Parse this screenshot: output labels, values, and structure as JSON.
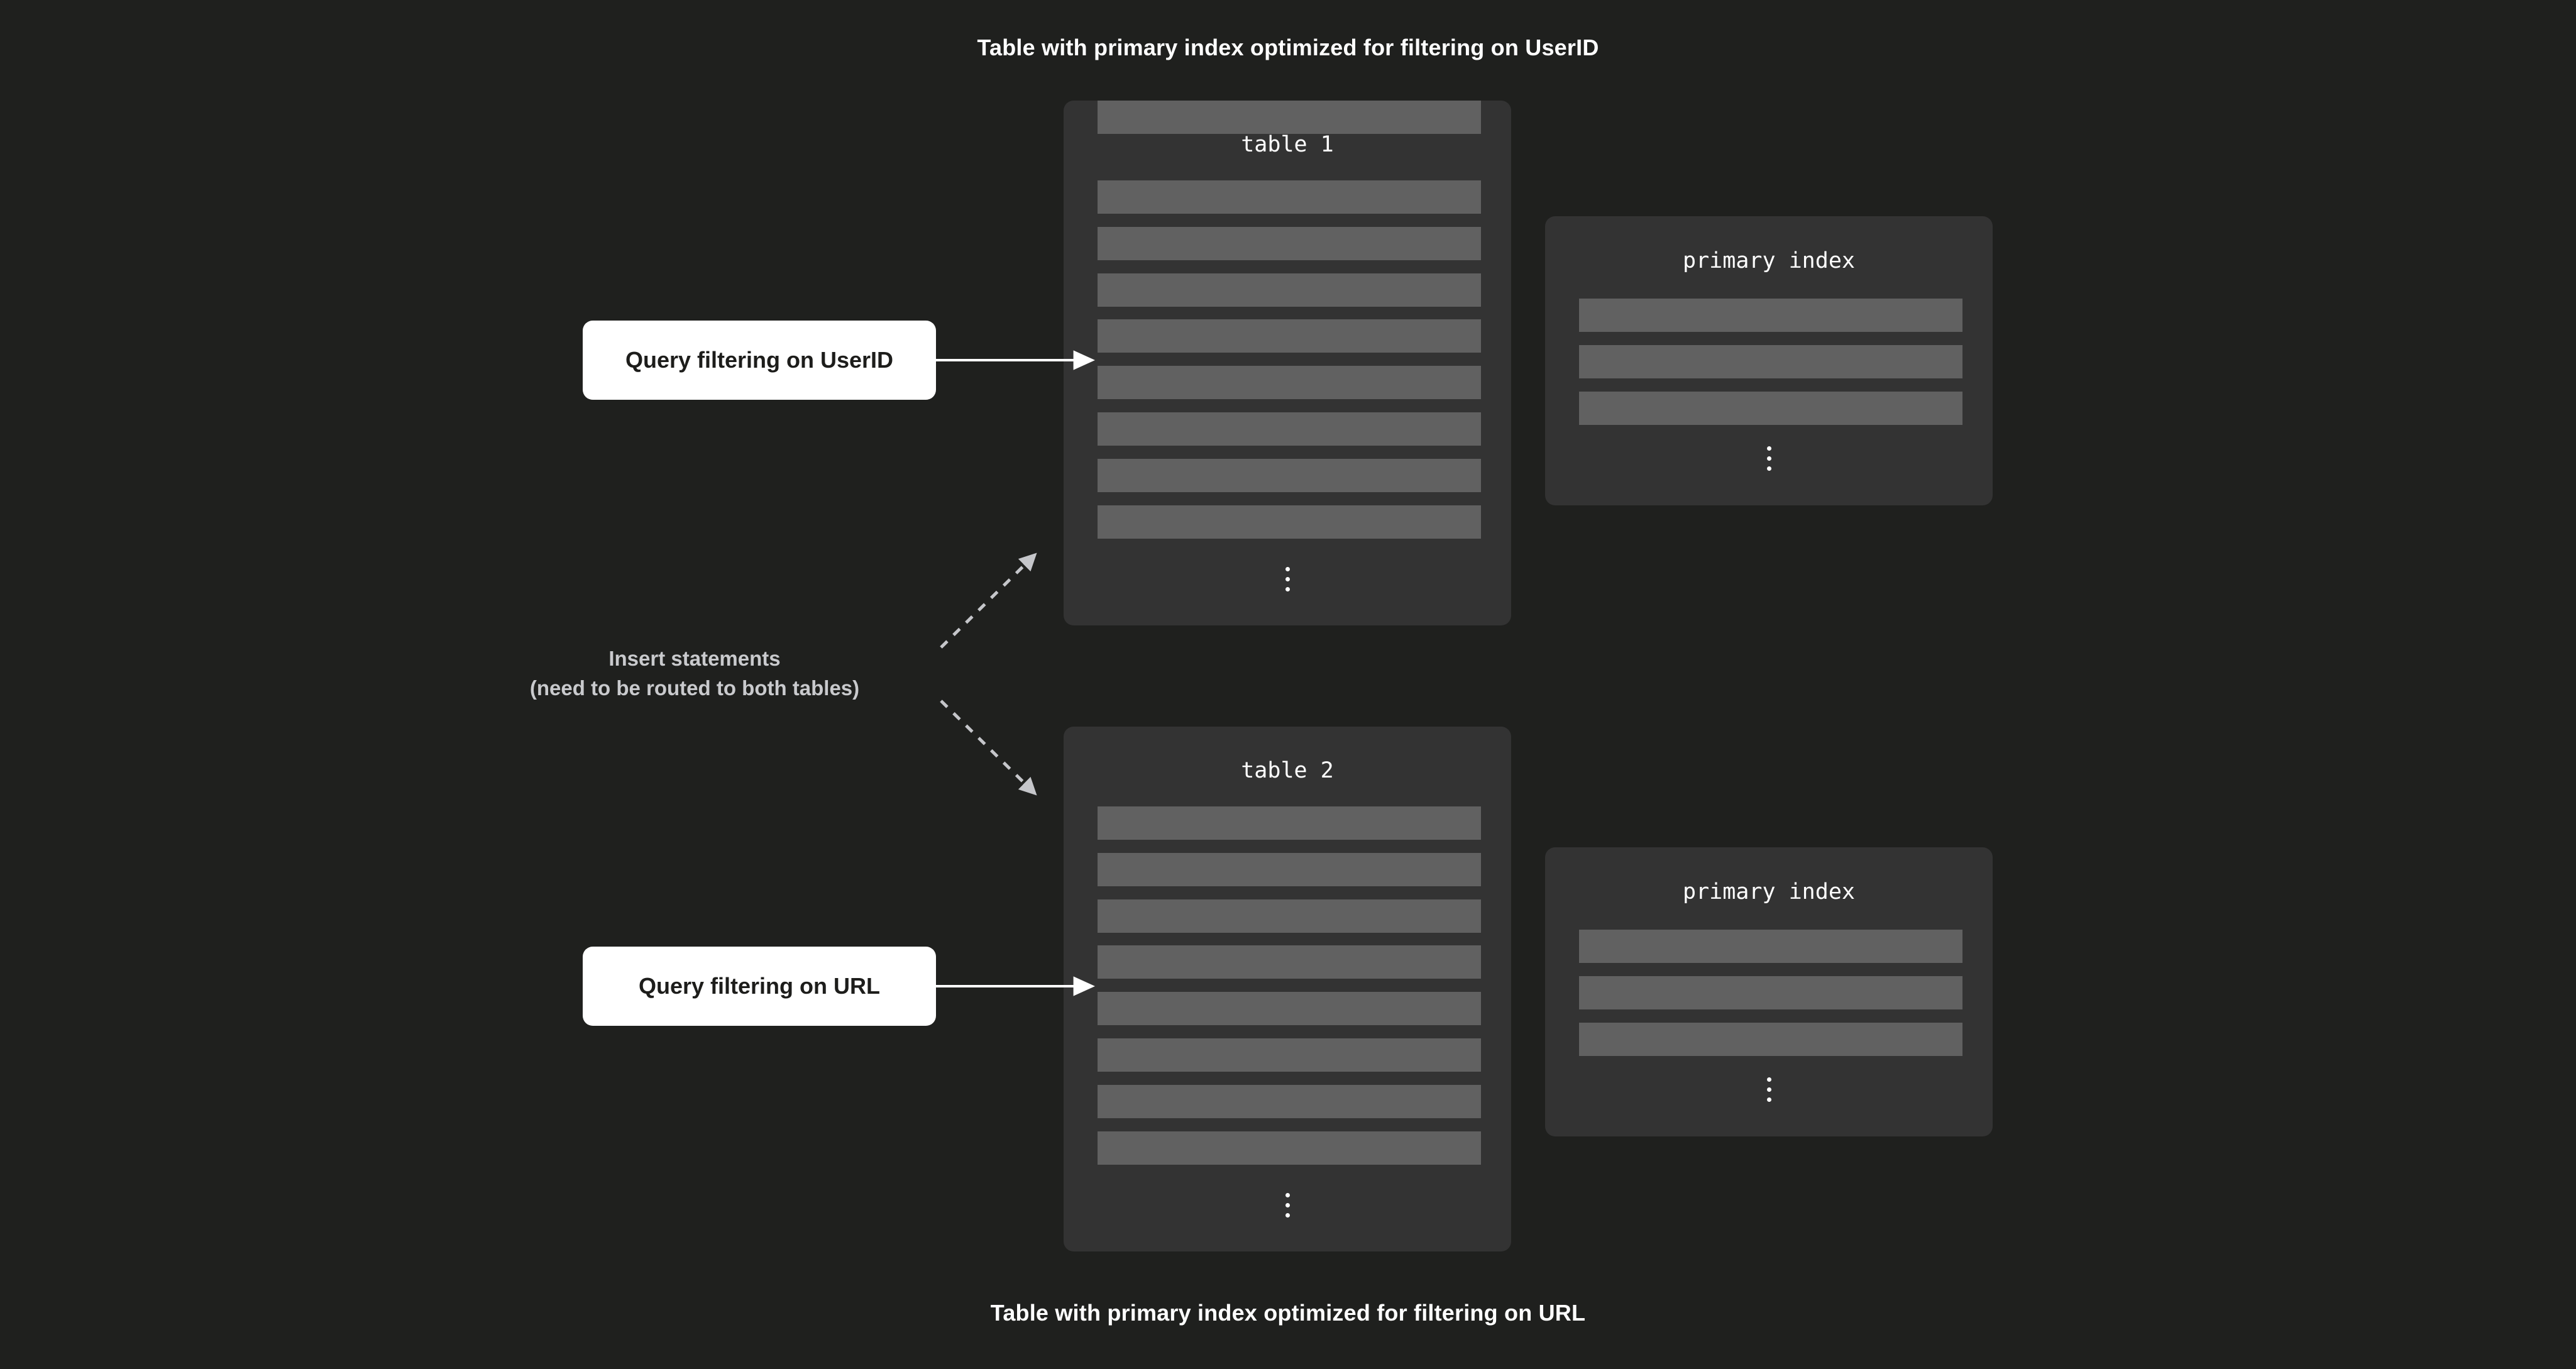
{
  "captions": {
    "top": "Table with primary index optimized for filtering on UserID",
    "bottom": "Table with primary index optimized for filtering on URL"
  },
  "tables": [
    {
      "title": "table 1",
      "row_count": 8,
      "has_more_indicator": true
    },
    {
      "title": "table 2",
      "row_count": 8,
      "has_more_indicator": true
    }
  ],
  "indexes": [
    {
      "title": "primary index",
      "row_count": 3,
      "has_more_indicator": true
    },
    {
      "title": "primary index",
      "row_count": 3,
      "has_more_indicator": true
    }
  ],
  "queries": [
    {
      "label": "Query filtering on UserID"
    },
    {
      "label": "Query filtering on URL"
    }
  ],
  "insert_note": {
    "line1": "Insert statements",
    "line2": "(need to be routed to both tables)"
  },
  "colors": {
    "background": "#1f201e",
    "card": "#333333",
    "row_bar": "#616161",
    "caption_text": "#ffffff",
    "query_box_bg": "#ffffff",
    "query_box_text": "#1d1d1b",
    "insert_note_text": "#c9cacd",
    "solid_arrow": "#ffffff",
    "dashed_arrow": "#c5c6ca"
  },
  "ellipsis_glyph": "vertical-ellipsis"
}
